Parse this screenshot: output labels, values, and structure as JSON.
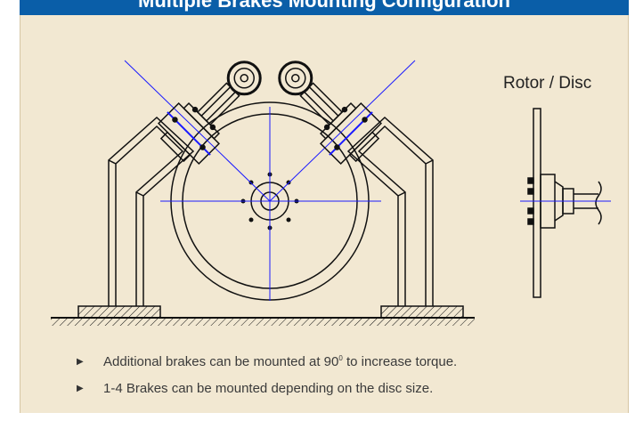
{
  "header": {
    "title": "Multiple Brakes Mounting Configuration"
  },
  "rotor_label": "Rotor / Disc",
  "bullets": [
    {
      "prefix": "Additional brakes can be mounted at 90",
      "sup": "0",
      "suffix": " to increase torque."
    },
    {
      "text": "1-4 Brakes can be mounted depending on the disc size."
    }
  ],
  "colors": {
    "header_blue": "#0a5ea8",
    "panel_beige": "#f2e8d2",
    "centerline_blue": "#1a1aff",
    "line_black": "#111111"
  },
  "icons": {
    "bullet": "triangle-right-icon"
  }
}
